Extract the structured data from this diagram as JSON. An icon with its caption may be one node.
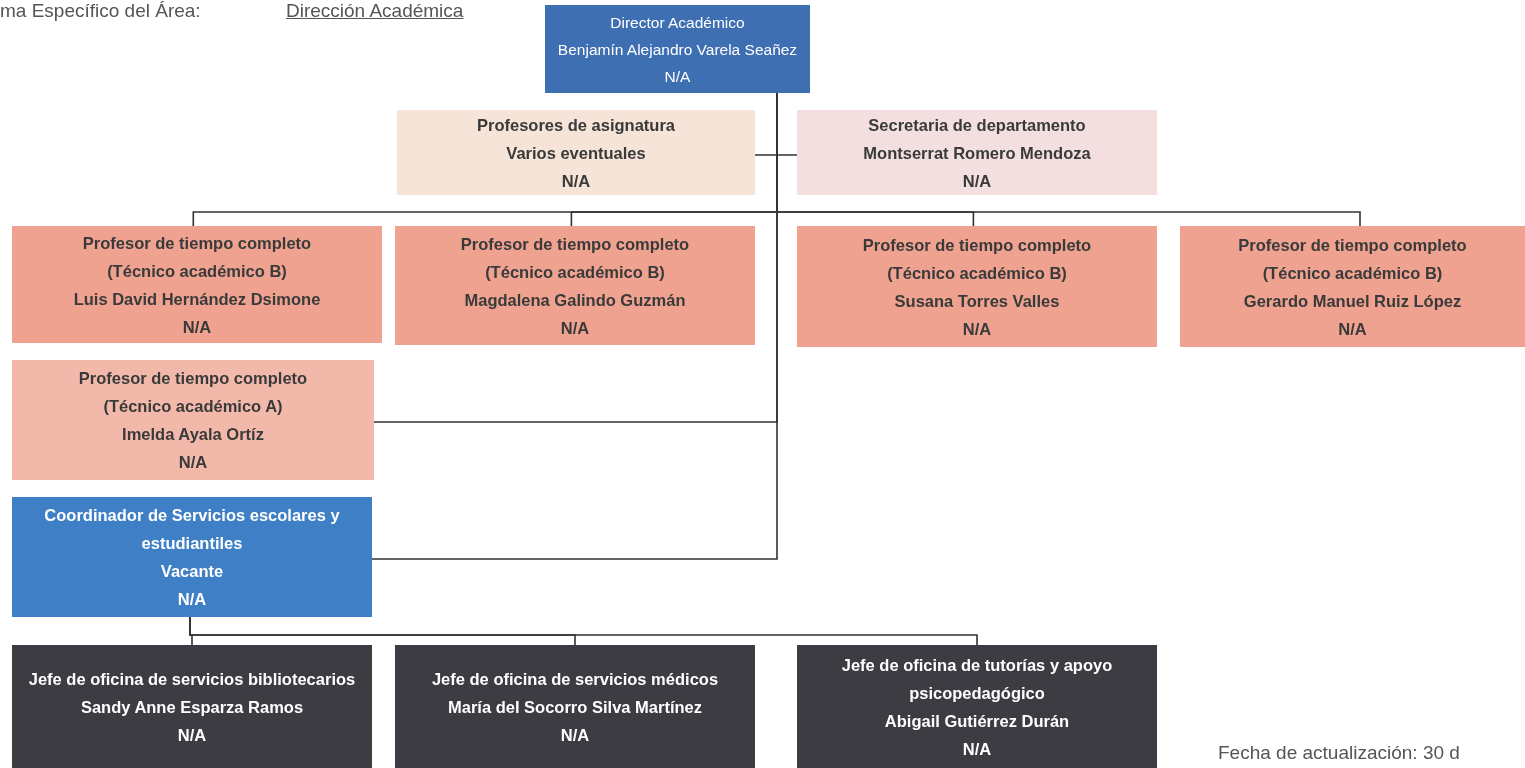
{
  "diagram": {
    "nodes": [
      {
        "text": [
          "Director Académico",
          "Benjamín Alejandro Varela Seañez",
          "N/A"
        ]
      },
      {
        "text": [
          "Profesores de asignatura",
          "Varios eventuales",
          "N/A"
        ]
      },
      {
        "text": [
          "Secretaria de departamento",
          "Montserrat Romero Mendoza",
          "N/A"
        ]
      },
      {
        "text": [
          "Profesor de tiempo completo",
          "(Técnico académico B)",
          "Luis David Hernández Dsimone",
          "N/A"
        ]
      },
      {
        "text": [
          "Profesor de tiempo completo",
          "(Técnico académico B)",
          "Magdalena Galindo Guzmán",
          "N/A"
        ]
      },
      {
        "text": [
          "Profesor de tiempo completo",
          "(Técnico académico B)",
          "Susana Torres Valles",
          "N/A"
        ]
      },
      {
        "text": [
          "Profesor de tiempo completo",
          "(Técnico académico B)",
          "Gerardo Manuel Ruiz López",
          "N/A"
        ]
      },
      {
        "text": [
          "Profesor de tiempo completo",
          "(Técnico académico A)",
          "Imelda Ayala Ortíz",
          "N/A"
        ]
      },
      {
        "text": [
          "Coordinador de Servicios escolares y estudiantiles",
          "Vacante",
          "N/A"
        ]
      },
      {
        "text": [
          "Jefe de oficina de servicios bibliotecarios",
          "Sandy Anne Esparza Ramos",
          "N/A"
        ]
      },
      {
        "text": [
          "Jefe de oficina de servicios médicos",
          "María del Socorro Silva Martínez",
          "N/A"
        ]
      },
      {
        "text": [
          "Jefe de oficina de tutorías y apoyo psicopedagógico",
          "Abigail Gutiérrez Durán",
          "N/A"
        ]
      }
    ],
    "edges": [
      {
        "from": 0,
        "to": 1,
        "arrow": "none"
      },
      {
        "from": 0,
        "to": 2,
        "arrow": "none"
      },
      {
        "from": 0,
        "to": 3,
        "arrow": "none"
      },
      {
        "from": 0,
        "to": 4,
        "arrow": "none"
      },
      {
        "from": 0,
        "to": 5,
        "arrow": "none"
      },
      {
        "from": 0,
        "to": 6,
        "arrow": "none"
      },
      {
        "from": 0,
        "to": 7,
        "arrow": "none"
      },
      {
        "from": 0,
        "to": 8,
        "arrow": "none"
      },
      {
        "from": 8,
        "to": 9,
        "arrow": "none"
      },
      {
        "from": 8,
        "to": 10,
        "arrow": "none"
      },
      {
        "from": 8,
        "to": 11,
        "arrow": "none"
      }
    ],
    "labels": [
      "ma Específico del Área:",
      "Dirección Académica",
      "Fecha de actualización: 30 d"
    ]
  }
}
